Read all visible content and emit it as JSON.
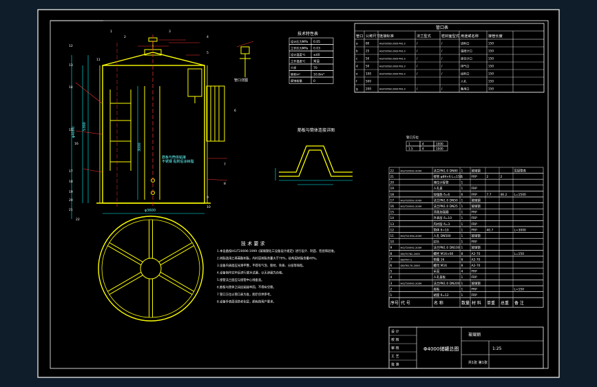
{
  "colors": {
    "frame_bg": "#0f1d2a",
    "sheet_bg": "#000000",
    "border": "#ffffff",
    "outline": "#ffff00",
    "dim": "#00ffff",
    "leader": "#ff3333",
    "frame_line": "#5fc7e0"
  },
  "drawing": {
    "nozzle_table": {
      "title": "管口表",
      "headers": [
        "管口",
        "公称尺寸",
        "连接标准",
        "法兰型式",
        "密封面型式",
        "用途或名称",
        "接管长度"
      ],
      "rows": [
        [
          "a",
          "80",
          "HG/T20592-2009 PN1.0",
          "/",
          "/",
          "进料口",
          "150"
        ],
        [
          "b",
          "25",
          "HG/T20592-2009 PN1.0",
          "/",
          "/",
          "温度计口",
          "150"
        ],
        [
          "c",
          "50",
          "HG/T20592-2009 PN1.0",
          "/",
          "/",
          "液位计口",
          "150"
        ],
        [
          "d",
          "50",
          "HG/T20592-2009 PN1.0",
          "/",
          "/",
          "排气口",
          "150"
        ],
        [
          "e",
          "100",
          "HG/T20592-2009 PN1.0",
          "/",
          "/",
          "出料口",
          "150"
        ],
        [
          "f",
          "500",
          "",
          "",
          "",
          "人孔",
          "150"
        ],
        [
          "g",
          "200",
          "HG/T20592-2009 PN1.0",
          "/",
          "/",
          "备用口",
          "150"
        ]
      ]
    },
    "design_table": {
      "title": "技术特性表",
      "rows": [
        [
          "设计压力MPa",
          "0.05"
        ],
        [
          "工作压力MPa",
          "0.03"
        ],
        [
          "设计温度℃",
          "≤40"
        ],
        [
          "工作温度℃",
          "常温"
        ],
        [
          "介质",
          "70"
        ],
        [
          "容积m³",
          "10.8m³"
        ],
        [
          "腐蚀裕量",
          "0"
        ]
      ]
    },
    "small_table": {
      "title": "管口方位",
      "rows": [
        [
          "1",
          "4",
          "1000"
        ],
        [
          "1.5",
          "4",
          "1000"
        ]
      ]
    },
    "detail_title": "筋板与筒体连接详图",
    "nozzle_view_title": "管口详图",
    "tech_req": {
      "title": "技 术 要 求",
      "lines": [
        "1.本设备按HG/T20696-1999《玻璃钢化工设备设计规定》进行设计、制造、检验和验收。",
        "2.树脂选用乙烯基酯树脂，内衬层树脂含量大于70%，结构层树脂含量40%。",
        "3.设备内表面应光滑平整，不得有气泡、裂纹、杂质、分层等缺陷。",
        "4.设备制作完毕后进行盛水试漏，以无渗漏为合格。",
        "5.接管法兰面应与接管中心线垂直。",
        "6.筋板与筒体之间应粘接牢固，不得有空隙。",
        "7.管口方位以管口表为准，图示仅供参考。",
        "8.设备外表面涂防老化层，颜色按用户要求。"
      ]
    },
    "notes": {
      "center_note_1": "筋板与筒体粘接",
      "center_note_2": "不锈钢  贴附后涂树脂",
      "left_dim": "φ4000",
      "top_dim": "φ3600",
      "h_dim_1": "5300",
      "h_dim_2": "3000"
    },
    "parts_list": {
      "rows": [
        [
          "22",
          "HG/T20592-2009",
          "法兰PN1.0 DN80",
          "1",
          "玻璃钢",
          "",
          "",
          "见接管表"
        ],
        [
          "21",
          "",
          "接管 φ89×6 L=150",
          "1",
          "FRP",
          "2",
          "2",
          ""
        ],
        [
          "20",
          "",
          "液位计接管",
          "1",
          "",
          "",
          "",
          ""
        ],
        [
          "19",
          "",
          "人孔盖",
          "1",
          "FRP",
          "",
          "",
          ""
        ],
        [
          "18",
          "",
          "加强筋 δ=6",
          "6",
          "FRP",
          "7.7",
          "46.2",
          "L=1500"
        ],
        [
          "17",
          "HG/T20592-2009",
          "法兰PN1.0 DN50",
          "1",
          "玻璃钢",
          "",
          "",
          ""
        ],
        [
          "16",
          "HG/T20592-2009",
          "法兰PN1.0 DN25",
          "1",
          "玻璃钢",
          "",
          "",
          ""
        ],
        [
          "15",
          "",
          "顶盖加强圈",
          "1",
          "FRP",
          "",
          "",
          ""
        ],
        [
          "14",
          "",
          "外表层 δ=10",
          "1",
          "FRP",
          "",
          "",
          ""
        ],
        [
          "13",
          "",
          "内衬层 δ=3",
          "1",
          "FRP",
          "",
          "",
          ""
        ],
        [
          "12",
          "",
          "筒体 δ=10",
          "1",
          "FRP",
          "40.7",
          "",
          "L=3000"
        ],
        [
          "11",
          "HG/T21594-2009",
          "人孔 DN500",
          "1",
          "玻璃钢",
          "",
          "",
          ""
        ],
        [
          "10",
          "",
          "封头",
          "1",
          "FRP",
          "",
          "",
          ""
        ],
        [
          "9",
          "HG/T20592-2009",
          "法兰PN1.0 DN100",
          "1",
          "玻璃钢",
          "",
          "",
          ""
        ],
        [
          "8",
          "GB/T5782-2000",
          "螺栓 M16×60",
          "8",
          "A2-70",
          "",
          "",
          "L=150"
        ],
        [
          "7",
          "GB/T97.1",
          "垫圈 16",
          "8",
          "A2-70",
          "",
          "",
          ""
        ],
        [
          "6",
          "GB/T6170-2000",
          "螺母 M16",
          "8",
          "A2-70",
          "",
          "",
          ""
        ],
        [
          "5",
          "",
          "吊耳",
          "4",
          "FRP",
          "",
          "",
          ""
        ],
        [
          "4",
          "",
          "人孔盖板",
          "1",
          "FRP",
          "",
          "",
          ""
        ],
        [
          "3",
          "HG/T20592-2009",
          "法兰PN1.0 DN200",
          "1",
          "玻璃钢",
          "",
          "",
          ""
        ],
        [
          "2",
          "",
          "底板",
          "1",
          "FRP",
          "",
          "",
          "L=150"
        ],
        [
          "1",
          "",
          "裙座 δ=12",
          "1",
          "FRP",
          "",
          "",
          ""
        ]
      ],
      "header": [
        "序号",
        "代 号",
        "名 称",
        "数量",
        "材 料",
        "单重",
        "总重",
        "备 注"
      ]
    },
    "title_block": {
      "drawing_name": "Φ4000储罐总图",
      "material": "玻璃钢",
      "scale": "1:25",
      "sheet": "共1张 第1张",
      "roles": [
        "设 计",
        "校 核",
        "审 核",
        "工 艺",
        "批 准"
      ]
    },
    "balloons": [
      "12",
      "13",
      "14",
      "15",
      "16",
      "17",
      "18",
      "19",
      "20",
      "21",
      "22",
      "1",
      "2",
      "3",
      "4",
      "5",
      "6",
      "7",
      "8",
      "9",
      "10",
      "11"
    ]
  }
}
